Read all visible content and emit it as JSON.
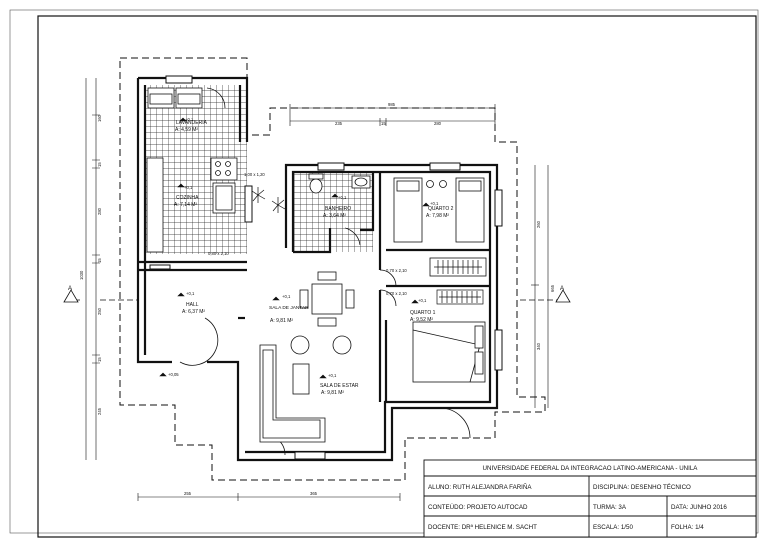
{
  "rooms": [
    {
      "key": "lavanderia",
      "name": "LAVANDERIA",
      "area": "A: 4,59 M²",
      "level": "+0,1"
    },
    {
      "key": "cozinha",
      "name": "COZINHA",
      "area": "A: 7,14 M²",
      "level": "+0,1"
    },
    {
      "key": "banheiro",
      "name": "BANHEIRO",
      "area": "A: 3,64 M²",
      "level": "+0,1"
    },
    {
      "key": "quarto2",
      "name": "QUARTO 2",
      "area": "A: 7,98 M²",
      "level": "+0,1"
    },
    {
      "key": "hall",
      "name": "HALL",
      "area": "A: 6,37 M²",
      "level": "+0,1"
    },
    {
      "key": "jantar",
      "name": "SALA DE JANTAR",
      "area": "A: 9,81 M²",
      "level": "+0,1"
    },
    {
      "key": "quarto1",
      "name": "QUARTO 1",
      "area": "A: 9,52 M²",
      "level": "+0,1"
    },
    {
      "key": "estar",
      "name": "SALA DE ESTAR",
      "area": "A: 9,81 M²",
      "level": "+0,1"
    }
  ],
  "entrance_level": "+0,05",
  "openings": {
    "window_kitchen": "1,00 x 1,20",
    "window_hall": "0,80 x 2,10",
    "door_q2": "0,70 x 2,10",
    "door_q1": "0,70 x 2,10"
  },
  "dimensions": {
    "top_total": "985",
    "top_parts": [
      "235",
      "15",
      "280"
    ],
    "left_total": "1030",
    "left_parts": [
      "160",
      "15",
      "280",
      "15",
      "250",
      "15",
      "245"
    ],
    "right_total": "665",
    "right_parts": [
      "260",
      "340"
    ],
    "bottom_parts": [
      "255",
      "365"
    ]
  },
  "section_marks": {
    "left": "A",
    "right": "A"
  },
  "title_block": {
    "institution": "UNIVERSIDADE FEDERAL DA INTEGRACAO LATINO-AMERICANA - UNILA",
    "student": "ALUNO: RUTH ALEJANDRA FARIÑA",
    "discipline": "DISCIPLINA: DESENHO TÉCNICO",
    "content": "CONTEÚDO: PROJETO AUTOCAD",
    "class": "TURMA: 3A",
    "date": "DATA: JUNHO 2016",
    "teacher": "DOCENTE: DRª HELENICE M. SACHT",
    "scale": "ESCALA: 1/50",
    "sheet": "FOLHA: 1/4"
  }
}
